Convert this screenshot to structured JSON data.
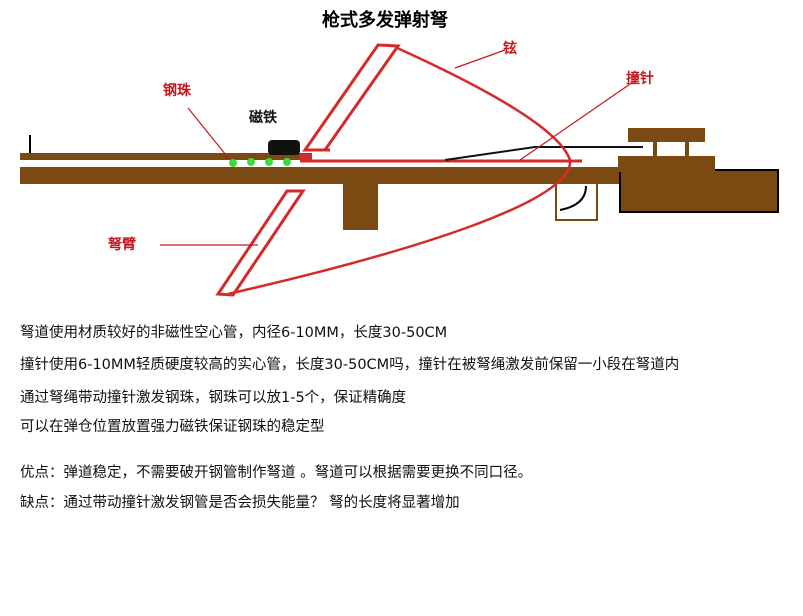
{
  "title": "枪式多发弹射弩",
  "labels": {
    "steel_ball": "钢珠",
    "magnet": "磁铁",
    "arm": "弩臂",
    "string": "铉",
    "firing_pin": "撞针"
  },
  "description": [
    "弩道使用材质较好的非磁性空心管，内径6-10MM，长度30-50CM",
    "撞针使用6-10MM轻质硬度较高的实心管，长度30-50CM吗，撞针在被弩绳激发前保留一小段在弩道内",
    "通过弩绳带动撞针激发钢珠，钢珠可以放1-5个，保证精确度",
    "可以在弹仓位置放置强力磁铁保证钢珠的稳定型"
  ],
  "pros": "优点：弹道稳定，不需要破开钢管制作弩道 。弩道可以根据需要更换不同口径。",
  "cons": "缺点：通过带动撞针激发钢管是否会损失能量？ 弩的长度将显著增加",
  "colors": {
    "wood": "#7b4a12",
    "red": "#d42a2a",
    "ball": "#3ddc3d"
  }
}
